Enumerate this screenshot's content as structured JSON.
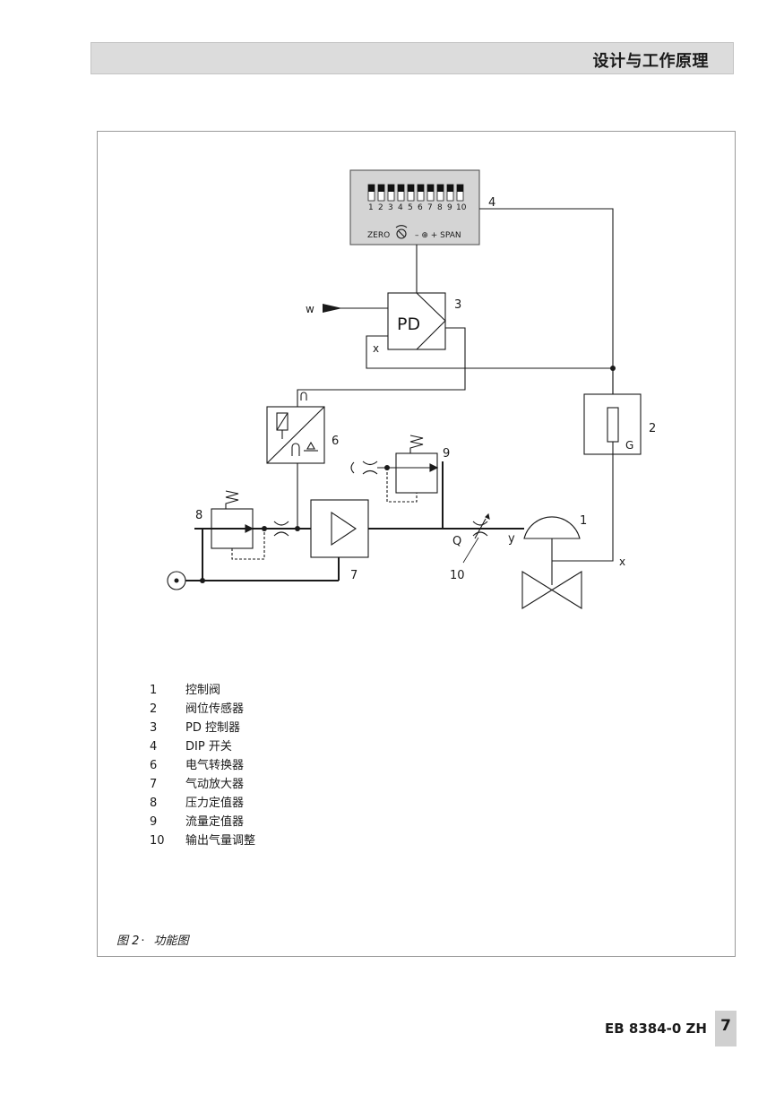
{
  "header": {
    "title": "设计与工作原理"
  },
  "diagram": {
    "dip_numbers": [
      "1",
      "2",
      "3",
      "4",
      "5",
      "6",
      "7",
      "8",
      "9",
      "10"
    ],
    "zero_label": "ZERO",
    "span_label": "– ⊕ + SPAN",
    "controller_label": "PD",
    "w_label": "w",
    "x_label": "x",
    "q_label": "Q",
    "y_label": "y",
    "g_label": "G",
    "callouts": {
      "n1": "1",
      "n2": "2",
      "n3": "3",
      "n4": "4",
      "n6": "6",
      "n7": "7",
      "n8": "8",
      "n9": "9",
      "n10": "10"
    }
  },
  "legend": [
    {
      "num": "1",
      "text": "控制阀"
    },
    {
      "num": "2",
      "text": "阀位传感器"
    },
    {
      "num": "3",
      "text": "PD 控制器"
    },
    {
      "num": "4",
      "text": "DIP 开关"
    },
    {
      "num": "6",
      "text": "电气转换器"
    },
    {
      "num": "7",
      "text": "气动放大器"
    },
    {
      "num": "8",
      "text": "压力定值器"
    },
    {
      "num": "9",
      "text": "流量定值器"
    },
    {
      "num": "10",
      "text": "输出气量调整"
    }
  ],
  "caption": {
    "label": "图 2",
    "separator": "·",
    "title": "功能图"
  },
  "footer": {
    "doc_number": "EB 8384-0 ZH",
    "page_number": "7"
  }
}
